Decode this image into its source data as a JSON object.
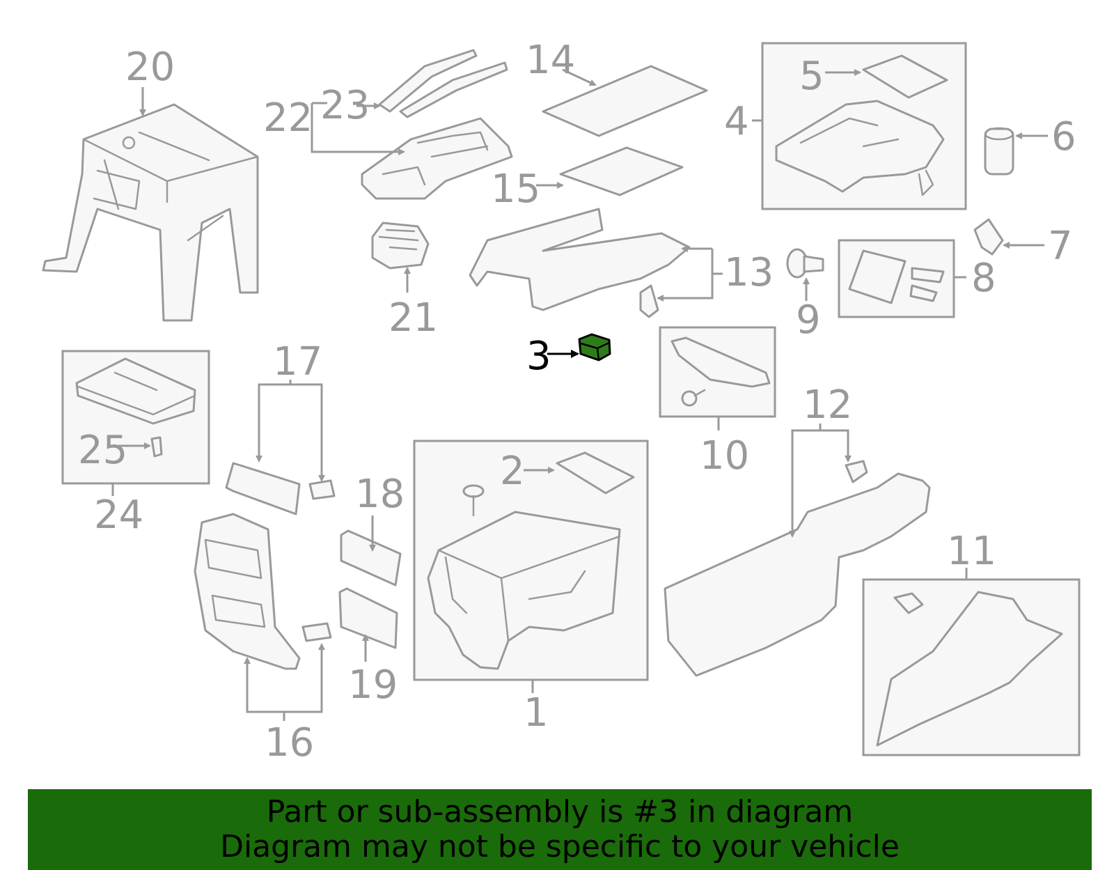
{
  "diagram": {
    "highlighted_part": "3",
    "colors": {
      "part_stroke": "#999999",
      "highlight_fill": "#2e7d1a",
      "banner_bg": "#1a6b0a",
      "banner_text": "#000000"
    },
    "callouts": {
      "c1": "1",
      "c2": "2",
      "c3": "3",
      "c4": "4",
      "c5": "5",
      "c6": "6",
      "c7": "7",
      "c8": "8",
      "c9": "9",
      "c10": "10",
      "c11": "11",
      "c12": "12",
      "c13": "13",
      "c14": "14",
      "c15": "15",
      "c16": "16",
      "c17": "17",
      "c18": "18",
      "c19": "19",
      "c20": "20",
      "c21": "21",
      "c22": "22",
      "c23": "23",
      "c24": "24",
      "c25": "25"
    }
  },
  "banner": {
    "line1": "Part or sub-assembly is #3 in diagram",
    "line2": "Diagram may not be specific to your vehicle"
  }
}
